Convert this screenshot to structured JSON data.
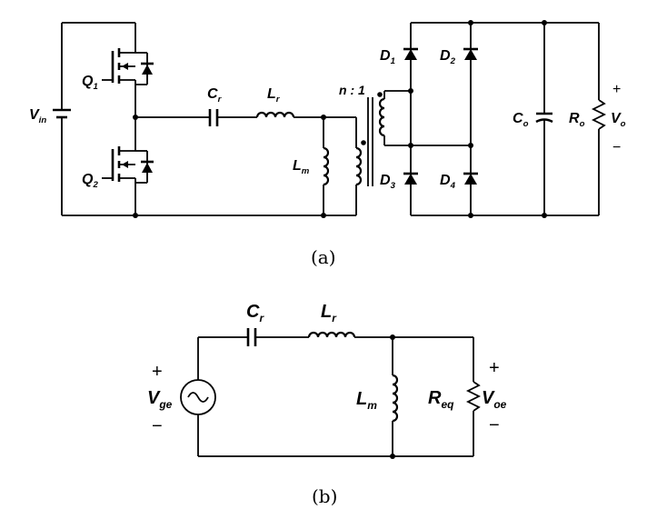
{
  "circuit_a": {
    "caption": "(a)",
    "labels": {
      "vin": {
        "main": "V",
        "sub": "in"
      },
      "q1": {
        "main": "Q",
        "sub": "1"
      },
      "q2": {
        "main": "Q",
        "sub": "2"
      },
      "cr": {
        "main": "C",
        "sub": "r"
      },
      "lr": {
        "main": "L",
        "sub": "r"
      },
      "lm": {
        "main": "L",
        "sub": "m"
      },
      "ratio": "n : 1",
      "d1": {
        "main": "D",
        "sub": "1"
      },
      "d2": {
        "main": "D",
        "sub": "2"
      },
      "d3": {
        "main": "D",
        "sub": "3"
      },
      "d4": {
        "main": "D",
        "sub": "4"
      },
      "co": {
        "main": "C",
        "sub": "o"
      },
      "ro": {
        "main": "R",
        "sub": "o"
      },
      "vo": {
        "main": "V",
        "sub": "o"
      },
      "vo_plus": "+",
      "vo_minus": "−"
    }
  },
  "circuit_b": {
    "caption": "(b)",
    "labels": {
      "cr": {
        "main": "C",
        "sub": "r"
      },
      "lr": {
        "main": "L",
        "sub": "r"
      },
      "lm": {
        "main": "L",
        "sub": "m"
      },
      "vge": {
        "main": "V",
        "sub": "ge"
      },
      "vge_plus": "+",
      "vge_minus": "−",
      "req": {
        "main": "R",
        "sub": "eq"
      },
      "voe": {
        "main": "V",
        "sub": "oe"
      },
      "voe_plus": "+",
      "voe_minus": "−"
    }
  }
}
